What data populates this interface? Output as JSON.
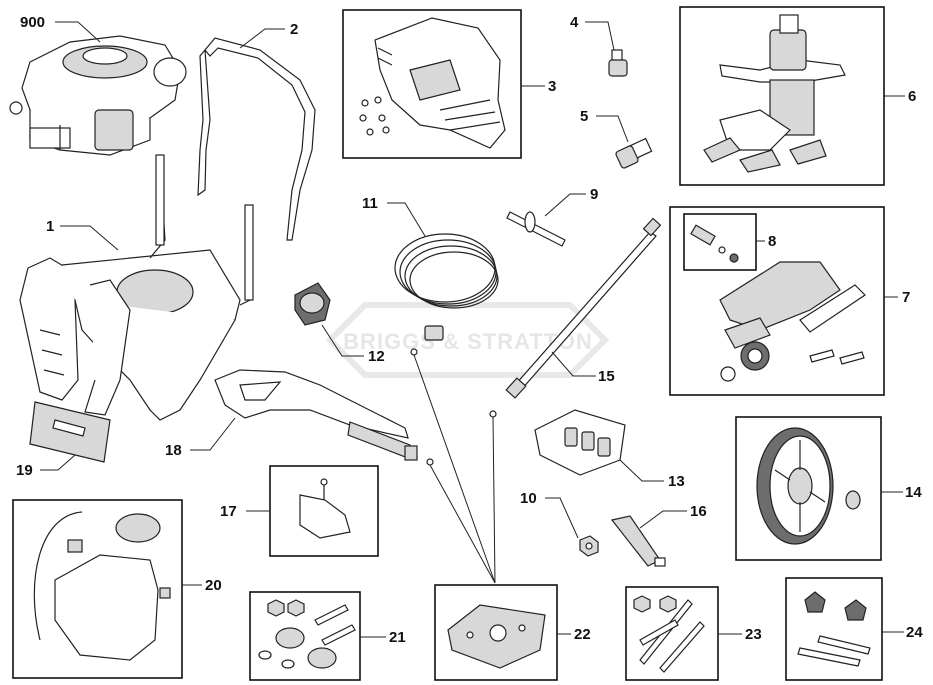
{
  "watermark": {
    "text": "BRIGGS & STRATTON"
  },
  "callouts": {
    "c900": "900",
    "c1": "1",
    "c2": "2",
    "c3": "3",
    "c4": "4",
    "c5": "5",
    "c6": "6",
    "c7": "7",
    "c8": "8",
    "c9": "9",
    "c10": "10",
    "c11": "11",
    "c12": "12",
    "c13": "13",
    "c14": "14",
    "c15": "15",
    "c16": "16",
    "c17": "17",
    "c18": "18",
    "c19": "19",
    "c20": "20",
    "c21": "21",
    "c22": "22",
    "c23": "23",
    "c24": "24"
  }
}
